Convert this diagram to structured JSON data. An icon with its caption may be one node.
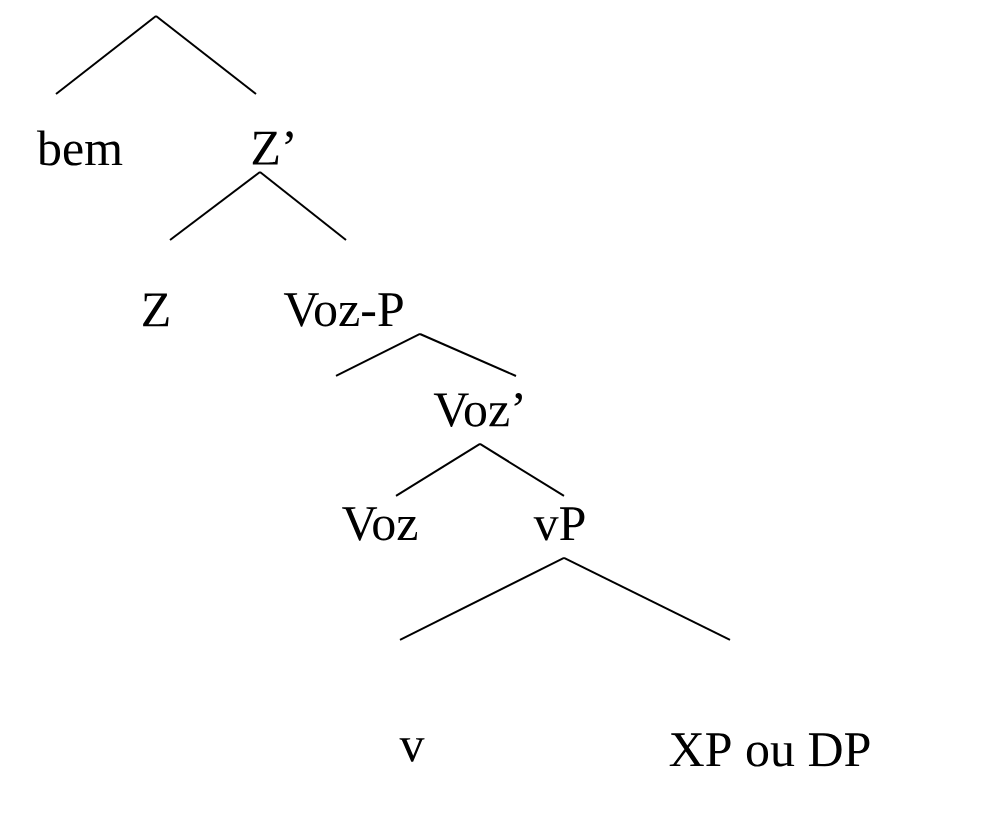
{
  "diagram": {
    "nodes": [
      {
        "text": [
          "bem"
        ]
      },
      {
        "text": [
          "Z’"
        ]
      },
      {
        "text": [
          "Z"
        ]
      },
      {
        "text": [
          "Voz-P"
        ]
      },
      {
        "text": [
          "Voz’"
        ]
      },
      {
        "text": [
          "Voz"
        ]
      },
      {
        "text": [
          "vP"
        ]
      },
      {
        "text": [
          "v"
        ]
      },
      {
        "text": [
          "XP ou DP"
        ]
      }
    ],
    "edges": [
      {
        "from": null,
        "to": 0,
        "arrow": "none"
      },
      {
        "from": null,
        "to": 1,
        "arrow": "none"
      },
      {
        "from": 1,
        "to": 2,
        "arrow": "none"
      },
      {
        "from": 1,
        "to": 3,
        "arrow": "none"
      },
      {
        "from": 3,
        "to": null,
        "arrow": "none"
      },
      {
        "from": 3,
        "to": 4,
        "arrow": "none"
      },
      {
        "from": 4,
        "to": 5,
        "arrow": "none"
      },
      {
        "from": 4,
        "to": 6,
        "arrow": "none"
      },
      {
        "from": 6,
        "to": 7,
        "arrow": "none"
      },
      {
        "from": 6,
        "to": 8,
        "arrow": "none"
      }
    ]
  }
}
